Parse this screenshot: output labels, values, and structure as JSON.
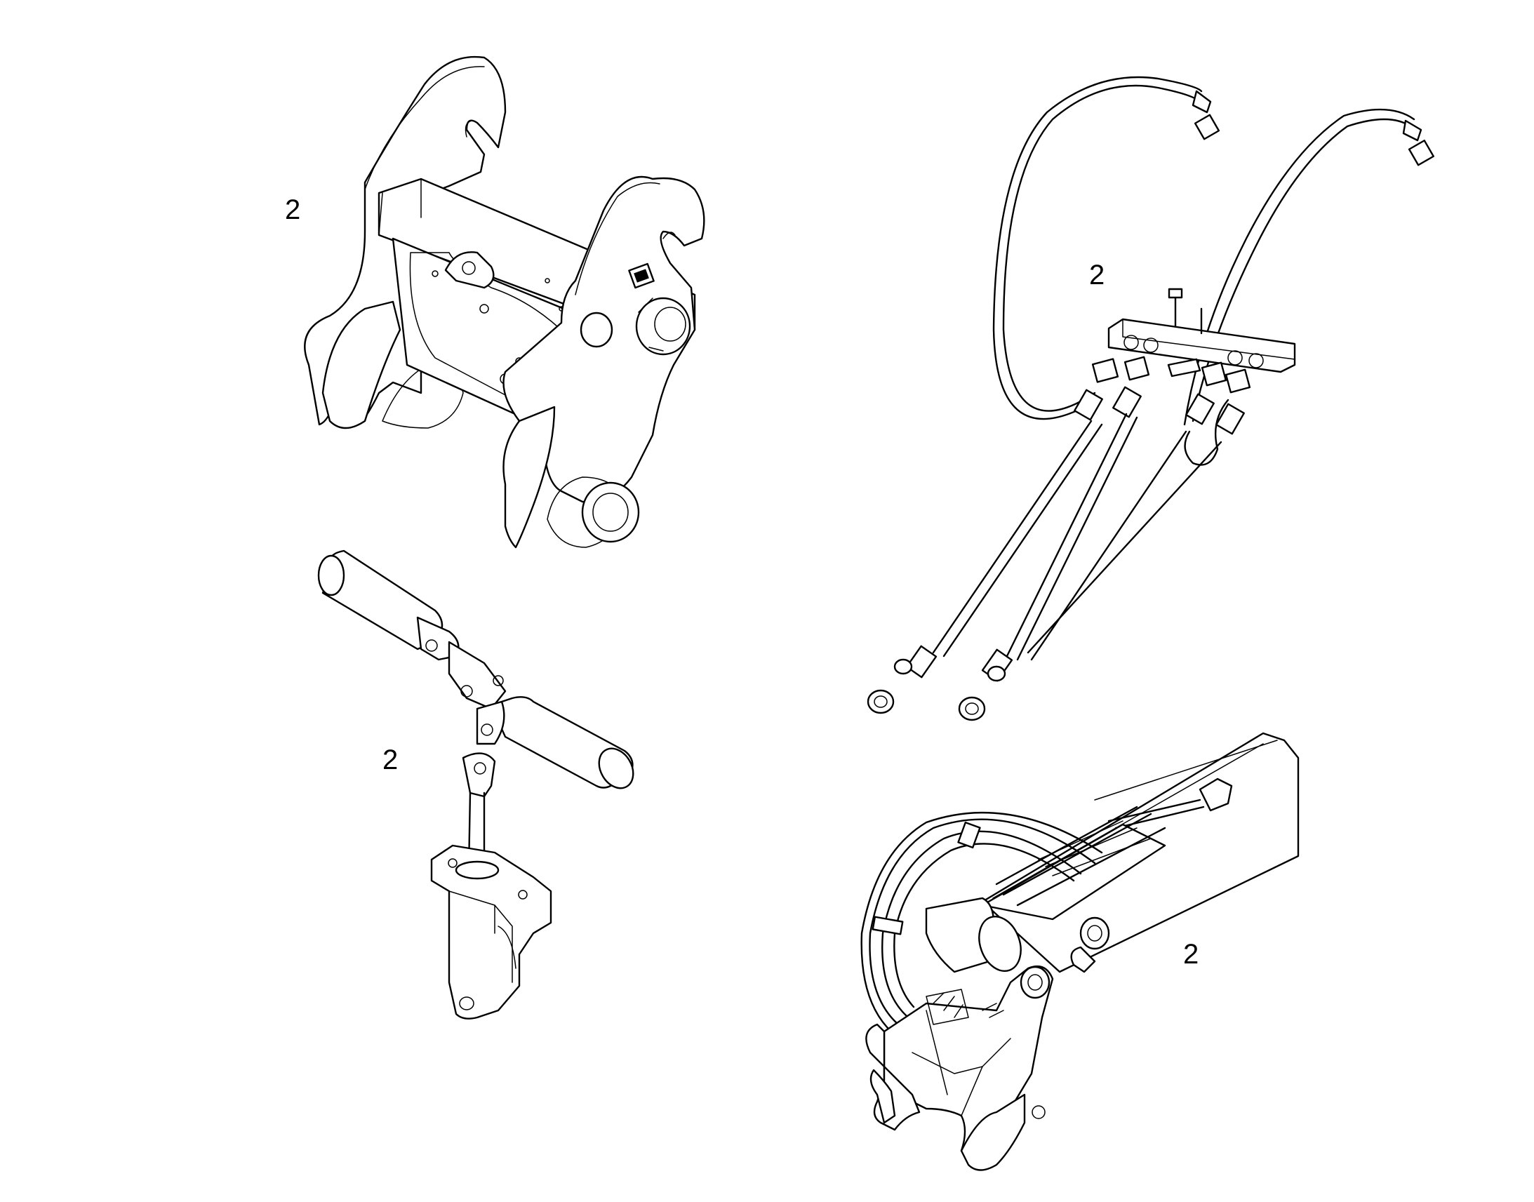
{
  "callouts": {
    "coupler_frame": "2",
    "hydraulic_hoses": "2",
    "lock_cylinder": "2",
    "boom_assembly": "2"
  }
}
